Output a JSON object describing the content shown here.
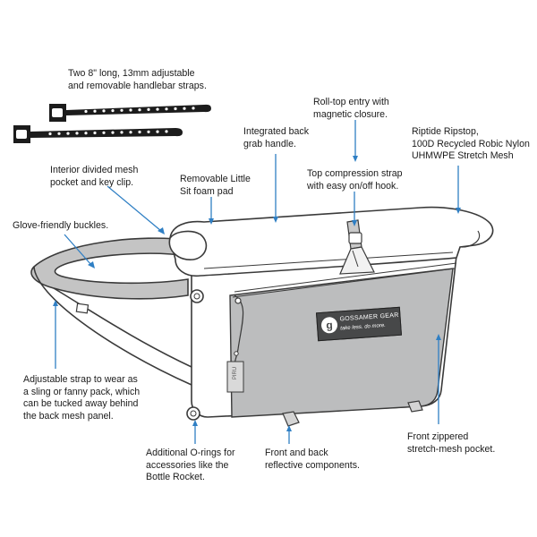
{
  "colors": {
    "leader": "#2f7fc4",
    "outline": "#3a3a3a",
    "mesh": "#b9babb",
    "strap": "#1c1c1c",
    "panel": "#c9c9c9"
  },
  "icons": {
    "strap_icon": "handlebar-strap-icon",
    "logo_icon": "gossamer-gear-logo-icon"
  },
  "callouts": {
    "handlebar_straps": "Two 8\" long, 13mm adjustable\nand removable handlebar straps.",
    "roll_top": "Roll-top entry with\nmagnetic closure.",
    "grab_handle": "Integrated back\ngrab handle.",
    "materials": "Riptide Ripstop,\n100D Recycled Robic Nylon\nUHMWPE Stretch Mesh",
    "mesh_pocket": "Interior divided mesh\npocket and key clip.",
    "foam_pad": "Removable Little\nSit foam pad",
    "compression_strap": "Top compression strap\nwith easy on/off hook.",
    "buckles": "Glove-friendly buckles.",
    "adjustable_strap": "Adjustable strap to wear as\na sling or fanny pack, which\ncan be tucked away behind\nthe back mesh panel.",
    "o_rings": "Additional O-rings for\naccessories like the\nBottle Rocket.",
    "reflective": "Front and back\nreflective components.",
    "front_pocket": "Front zippered\nstretch-mesh pocket."
  },
  "product": {
    "logo_brand": "GOSSAMER GEAR",
    "logo_tagline": "take less. do more.",
    "side_tag": "PIRU"
  }
}
